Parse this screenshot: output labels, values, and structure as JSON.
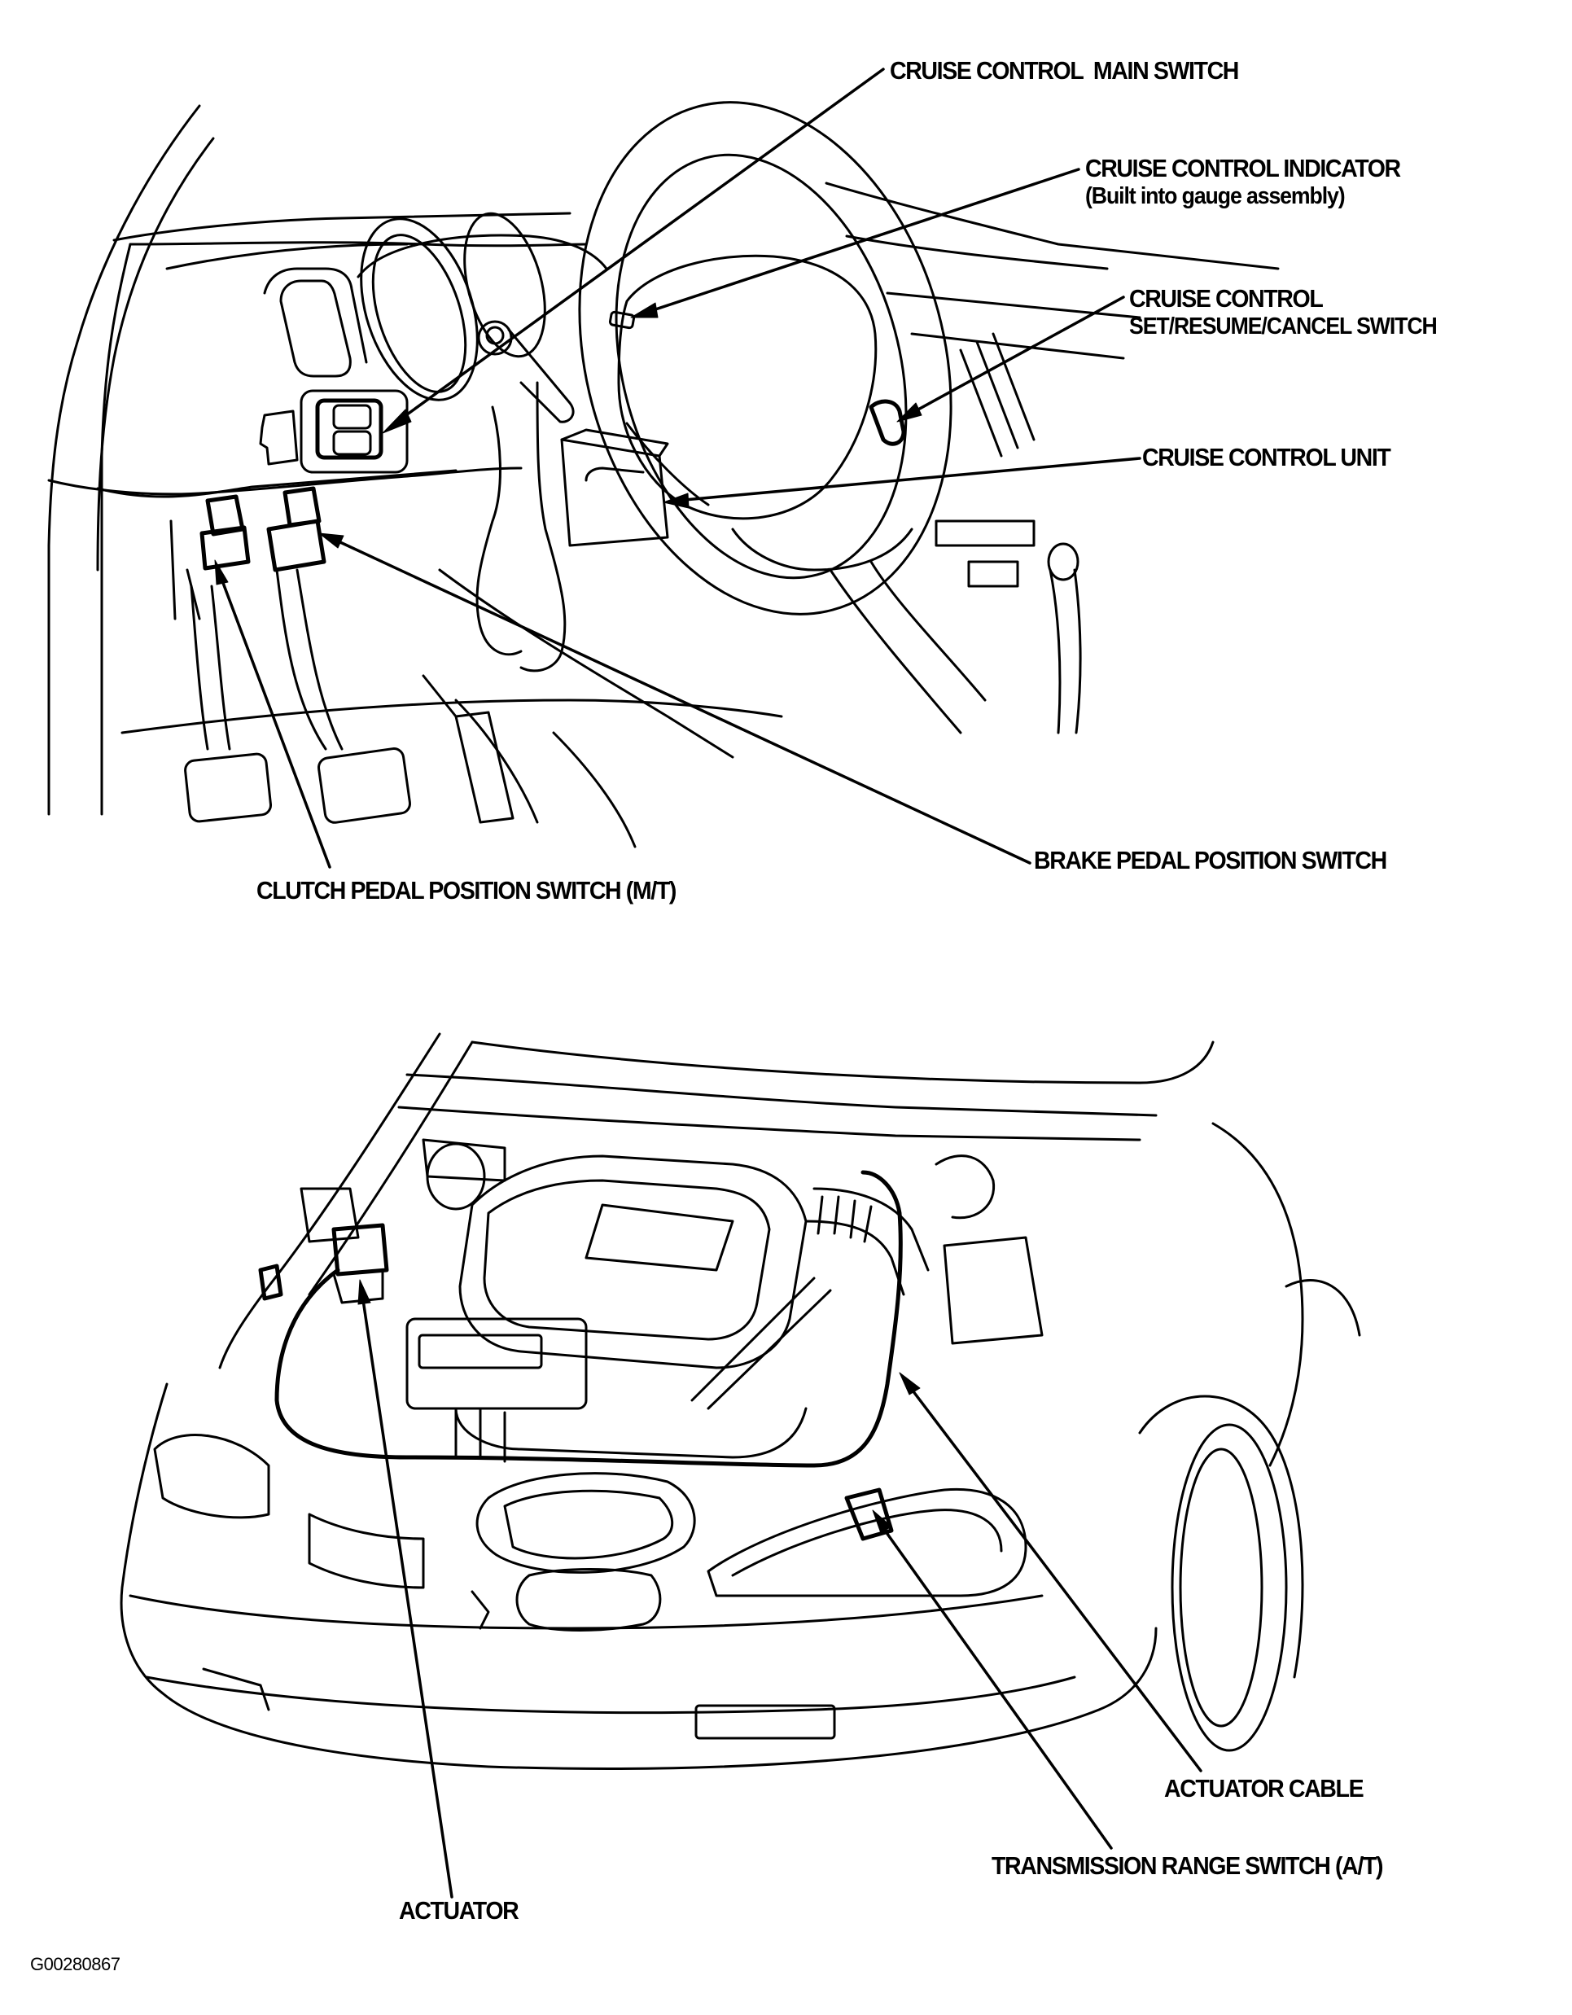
{
  "diagram": {
    "title": "Cruise control component locations",
    "figure_id": "G00280867",
    "panels": [
      {
        "id": "interior",
        "description": "Driver side dashboard and pedal area",
        "labels": [
          {
            "key": "main_switch",
            "text": "CRUISE CONTROL  MAIN SWITCH",
            "sub": ""
          },
          {
            "key": "indicator",
            "text": "CRUISE CONTROL INDICATOR",
            "sub": "(Built into gauge assembly)"
          },
          {
            "key": "set_resume_cancel",
            "text": "CRUISE CONTROL",
            "sub": "SET/RESUME/CANCEL SWITCH"
          },
          {
            "key": "control_unit",
            "text": "CRUISE CONTROL UNIT",
            "sub": ""
          },
          {
            "key": "brake_switch",
            "text": "BRAKE PEDAL POSITION SWITCH",
            "sub": ""
          },
          {
            "key": "clutch_switch",
            "text": "CLUTCH PEDAL POSITION SWITCH (M/T)",
            "sub": ""
          }
        ]
      },
      {
        "id": "engine_bay",
        "description": "Front of vehicle with hood open",
        "labels": [
          {
            "key": "actuator_cable",
            "text": "ACTUATOR CABLE",
            "sub": ""
          },
          {
            "key": "transmission_range_switch",
            "text": "TRANSMISSION RANGE SWITCH (A/T)",
            "sub": ""
          },
          {
            "key": "actuator",
            "text": "ACTUATOR",
            "sub": ""
          }
        ]
      }
    ]
  }
}
